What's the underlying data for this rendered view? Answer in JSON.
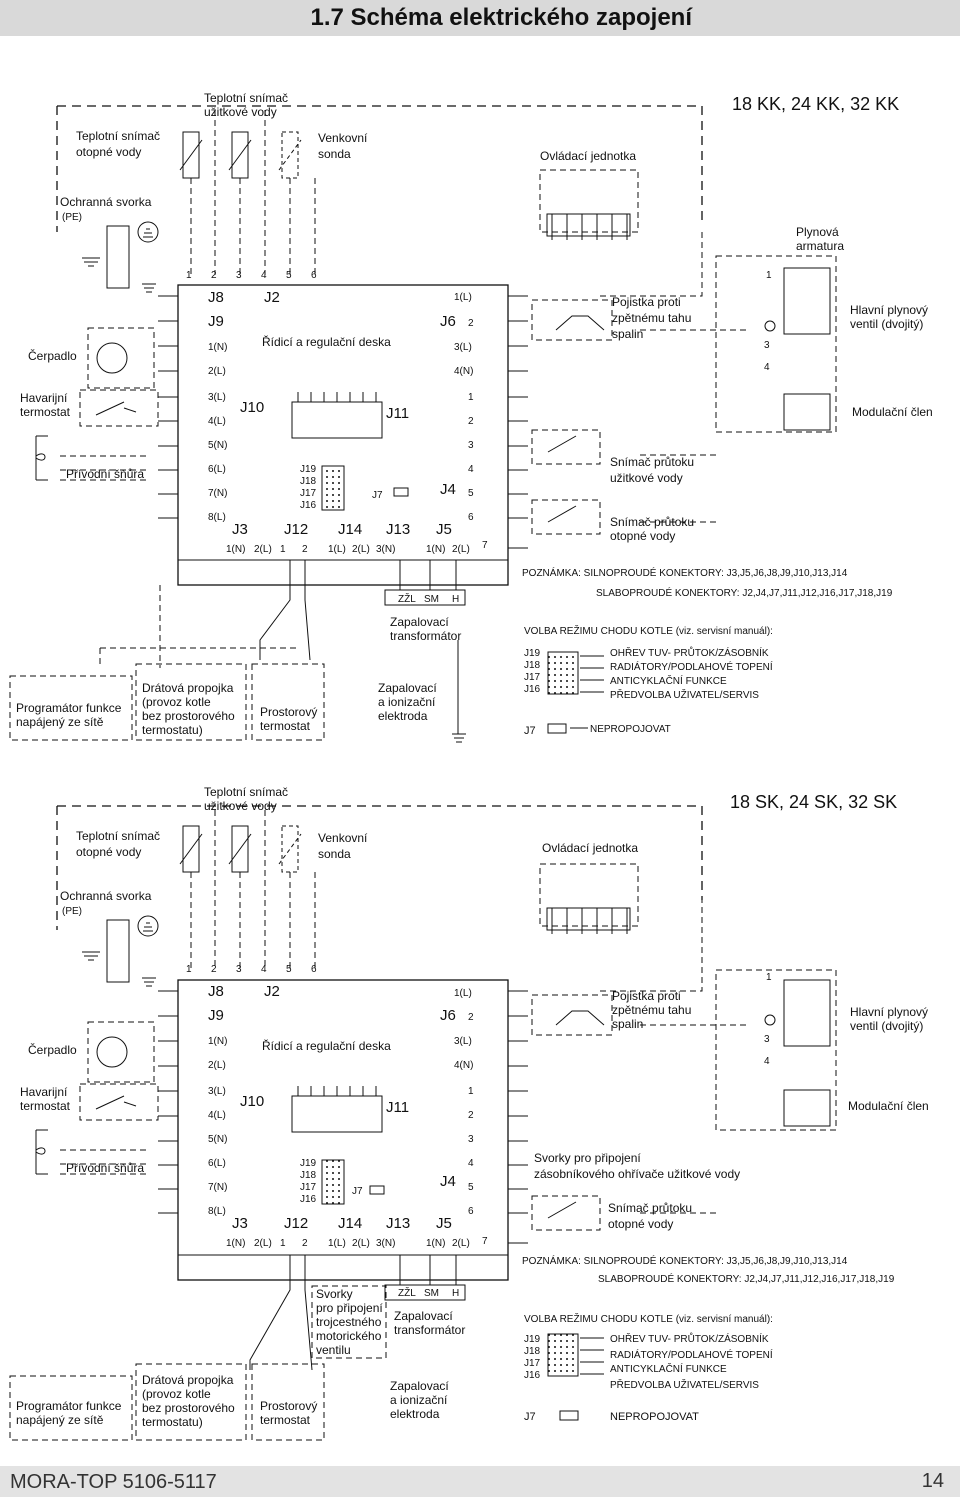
{
  "header": {
    "title": "1.7  Schéma elektrického zapojení"
  },
  "footer": {
    "doc": "MORA-TOP 5106-5117",
    "page": "14"
  },
  "diagram1": {
    "model": "18 KK, 24 KK, 32 KK",
    "sensor_dhw": [
      "Teplotní snímač",
      "užitkové vody"
    ],
    "sensor_heat": [
      "Teplotní snímač",
      "otopné vody"
    ],
    "outdoor": [
      "Venkovní",
      "sonda"
    ],
    "control_unit": "Ovládací jednotka",
    "pe_terminal": [
      "Ochranná svorka",
      "(PE)"
    ],
    "pump": "Čerpadlo",
    "emergency_thermostat": [
      "Havarijní",
      "termostat"
    ],
    "supply_cord": "Přívodní šňůra",
    "board": "Řídicí a regulační deska",
    "gas_valve_block": [
      "Plynová",
      "armatura"
    ],
    "main_valve": [
      "Hlavní plynový",
      "ventil (dvojitý)"
    ],
    "modulation": "Modulační člen",
    "flue_fuse": [
      "Pojistka proti",
      "zpětnému tahu",
      "spalin"
    ],
    "flow_dhw": [
      "Snímač průtoku",
      "užitkové vody"
    ],
    "flow_heat": [
      "Snímač průtoku",
      "otopné vody"
    ],
    "programmer": [
      "Programátor funkce",
      "napájený ze sítě"
    ],
    "wire_jumper": [
      "Drátová propojka",
      "(provoz kotle",
      "bez prostorového",
      "termostatu)"
    ],
    "room_thermostat": [
      "Prostorový",
      "termostat"
    ],
    "ign_transformer": [
      "Zapalovací",
      "transformátor"
    ],
    "ign_electrode": [
      "Zapalovací",
      "a ionizační",
      "elektroda"
    ],
    "ign_pins": [
      "ZŽL",
      "SM",
      "H"
    ],
    "note_1": "POZNÁMKA: SILNOPROUDÉ KONEKTORY: J3,J5,J6,J8,J9,J10,J13,J14",
    "note_2": "SLABOPROUDÉ KONEKTORY: J2,J4,J7,J11,J12,J16,J17,J18,J19",
    "mode_title": "VOLBA REŽIMU CHODU KOTLE (viz. servisní manuál):",
    "mode_items": [
      "OHŘEV TUV- PRŮTOK/ZÁSOBNÍK",
      "RADIÁTORY/PODLAHOVÉ TOPENÍ",
      "ANTICYKLAČNÍ FUNKCE",
      "PŘEDVOLBA UŽIVATEL/SERVIS"
    ],
    "jumper_labels": [
      "J19",
      "J18",
      "J17",
      "J16"
    ],
    "j7_label": "J7",
    "j7_text": "NEPROPOJOVAT"
  },
  "diagram2": {
    "model": "18 SK, 24 SK, 32 SK",
    "sensor_dhw": [
      "Teplotní snímač",
      "užitkové vody"
    ],
    "sensor_heat": [
      "Teplotní snímač",
      "otopné vody"
    ],
    "outdoor": [
      "Venkovní",
      "sonda"
    ],
    "control_unit": "Ovládací jednotka",
    "pe_terminal": [
      "Ochranná svorka",
      "(PE)"
    ],
    "pump": "Čerpadlo",
    "emergency_thermostat": [
      "Havarijní",
      "termostat"
    ],
    "supply_cord": "Přívodní šňůra",
    "board": "Řídicí a regulační deska",
    "main_valve": [
      "Hlavní plynový",
      "ventil (dvojitý)"
    ],
    "modulation": "Modulační člen",
    "flue_fuse": [
      "Pojistka proti",
      "zpětnému tahu",
      "spalin"
    ],
    "tank_terminals": [
      "Svorky pro připojení",
      "zásobníkového ohřívače užitkové vody"
    ],
    "flow_heat": [
      "Snímač průtoku",
      "otopné vody"
    ],
    "programmer": [
      "Programátor funkce",
      "napájený ze sítě"
    ],
    "wire_jumper": [
      "Drátová propojka",
      "(provoz kotle",
      "bez prostorového",
      "termostatu)"
    ],
    "room_thermostat": [
      "Prostorový",
      "termostat"
    ],
    "three_way": [
      "Svorky",
      "pro připojení",
      "trojcestného",
      "motorického",
      "ventilu"
    ],
    "ign_transformer": [
      "Zapalovací",
      "transformátor"
    ],
    "ign_electrode": [
      "Zapalovací",
      "a ionizační",
      "elektroda"
    ],
    "ign_pins": [
      "ZŽL",
      "SM",
      "H"
    ],
    "note_1": "POZNÁMKA: SILNOPROUDÉ KONEKTORY: J3,J5,J6,J8,J9,J10,J13,J14",
    "note_2": "SLABOPROUDÉ KONEKTORY: J2,J4,J7,J11,J12,J16,J17,J18,J19",
    "mode_title": "VOLBA REŽIMU CHODU KOTLE (viz. servisní manuál):",
    "mode_items": [
      "OHŘEV TUV- PRŮTOK/ZÁSOBNÍK",
      "RADIÁTORY/PODLAHOVÉ TOPENÍ",
      "ANTICYKLAČNÍ FUNKCE",
      "PŘEDVOLBA UŽIVATEL/SERVIS"
    ],
    "jumper_labels": [
      "J19",
      "J18",
      "J17",
      "J16"
    ],
    "j7_label": "J7",
    "j7_text": "NEPROPOJOVAT"
  },
  "board": {
    "top_pins": [
      "1",
      "2",
      "3",
      "4",
      "5",
      "6"
    ],
    "j8": "J8",
    "j9": "J9",
    "j2": "J2",
    "j6": "J6",
    "j10": "J10",
    "j11": "J11",
    "j4": "J4",
    "j7": "J7",
    "left_pins": [
      "1(N)",
      "2(L)",
      "3(L)",
      "4(L)",
      "5(N)",
      "6(L)",
      "7(N)",
      "8(L)"
    ],
    "j6_pins": [
      "1(L)",
      "2",
      "3(L)",
      "4(N)"
    ],
    "j4_pins": [
      "1",
      "2",
      "3",
      "4",
      "5",
      "6",
      "7"
    ],
    "jumpers": [
      "J19",
      "J18",
      "J17",
      "J16"
    ],
    "bottom_connectors": [
      "J3",
      "J12",
      "J14",
      "J13",
      "J5"
    ],
    "bottom_pins": [
      "1(N)",
      "2(L)",
      "1",
      "2",
      "1(L)",
      "2(L)",
      "3(N)",
      "1(N)",
      "2(L)"
    ],
    "valve_pins": [
      "1",
      "3",
      "4"
    ]
  }
}
